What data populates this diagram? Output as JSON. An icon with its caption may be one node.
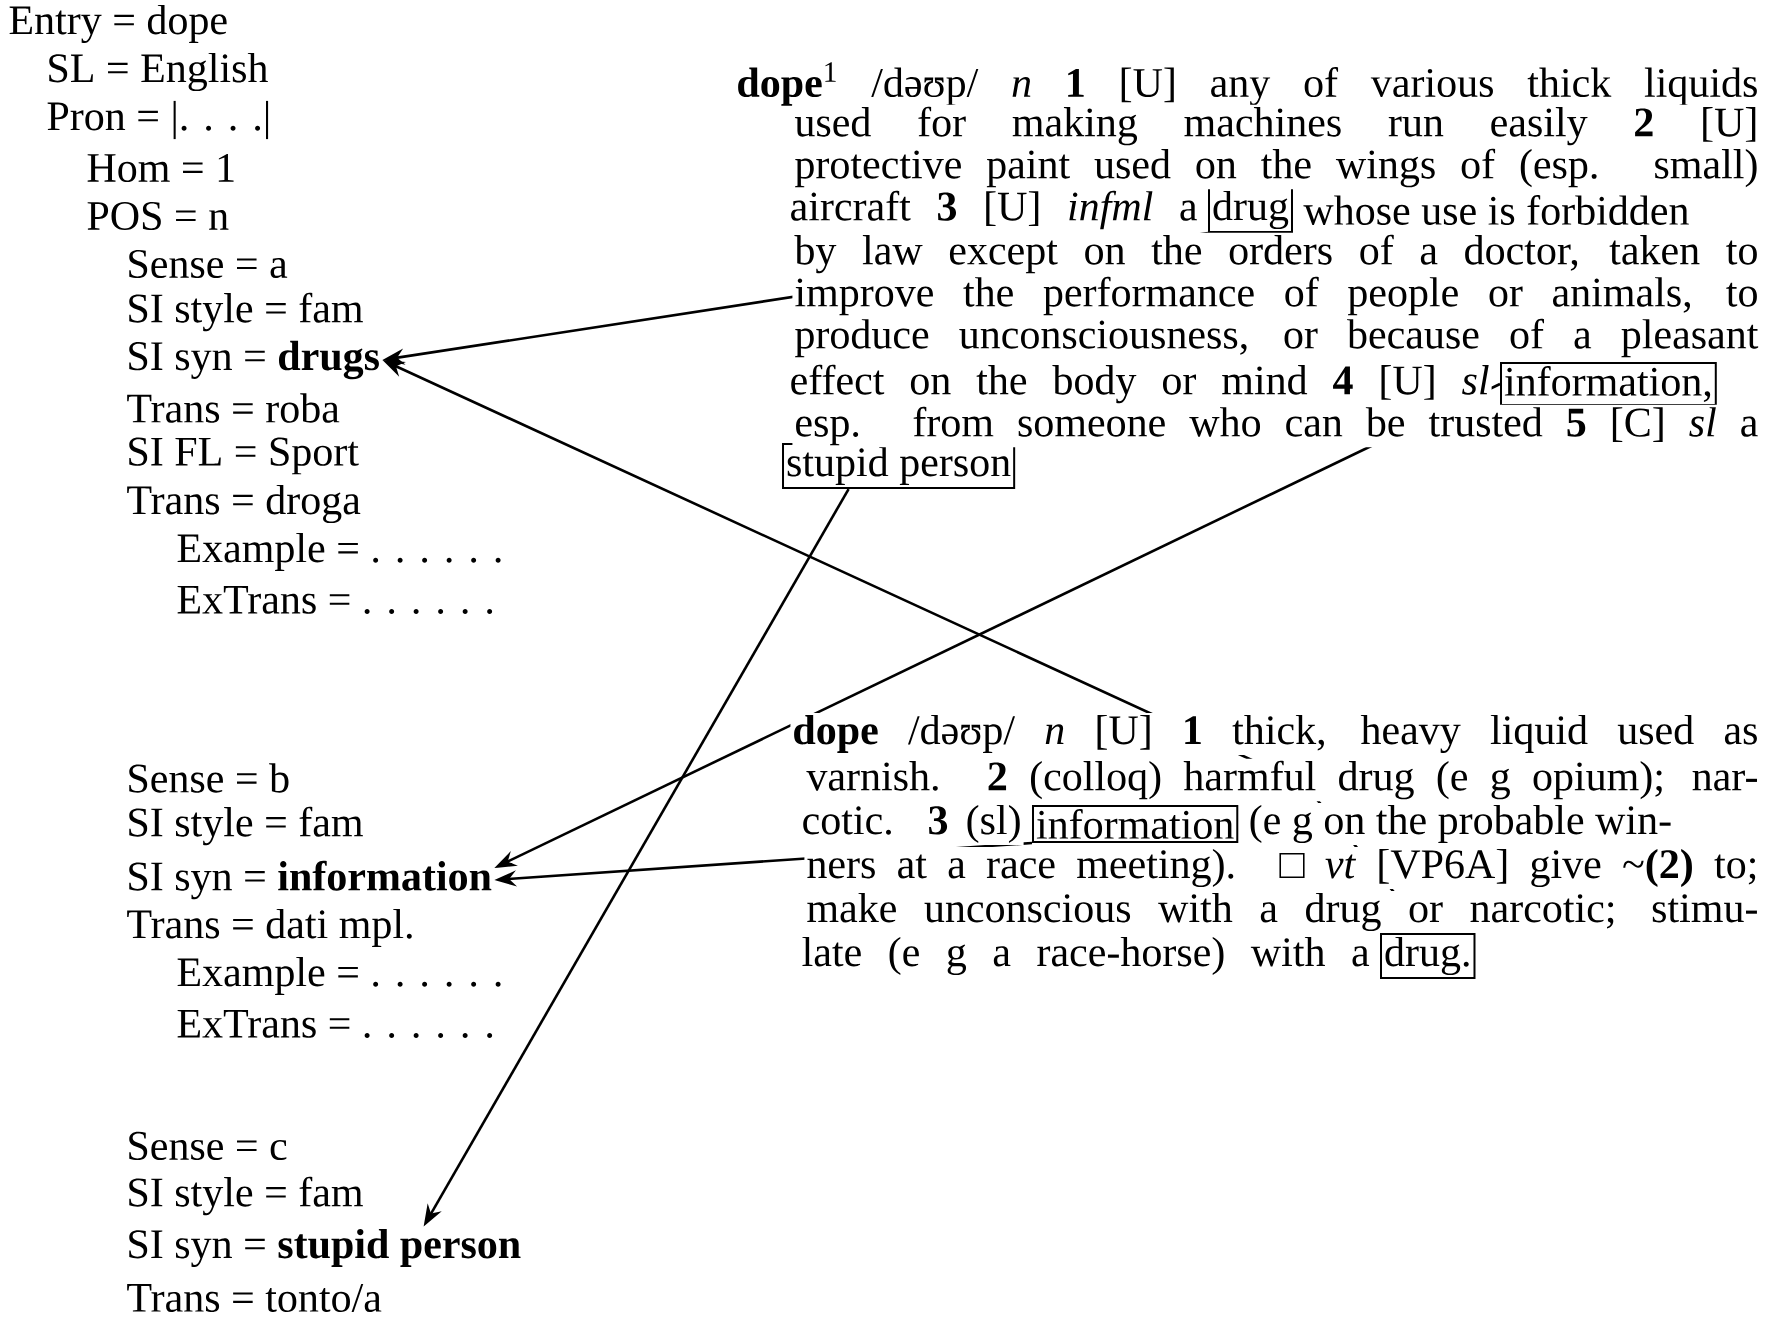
{
  "diagram": {
    "nodes": [
      {
        "text": [
          "SI syn = **drugs**"
        ]
      },
      {
        "text": [
          "SI syn = **information**"
        ]
      },
      {
        "text": [
          "SI syn = **stupid person**"
        ]
      },
      {
        "text": [
          "drug"
        ]
      },
      {
        "text": [
          "information,"
        ]
      },
      {
        "text": [
          "stupid person"
        ]
      },
      {
        "text": [
          "information"
        ]
      },
      {
        "text": [
          "drug."
        ]
      }
    ],
    "edges": [
      {
        "from": 3,
        "to": 0,
        "arrow": "to"
      },
      {
        "from": 7,
        "to": 0,
        "arrow": "to"
      },
      {
        "from": 4,
        "to": 1,
        "arrow": "to"
      },
      {
        "from": 6,
        "to": 1,
        "arrow": "to"
      },
      {
        "from": 5,
        "to": 2,
        "arrow": "to"
      }
    ],
    "labels": [
      "Entry = dope",
      "SL = English",
      "Pron = |. . . .|",
      "Hom = 1",
      "POS = n",
      "Sense = a",
      "SI style = fam",
      "Trans = roba",
      "SI FL = Sport",
      "Trans = droga",
      "Example = . . . . . .",
      "ExTrans = . . . . . .",
      "Sense = b",
      "SI style = fam",
      "Trans = dati mpl.",
      "Example = . . . . . .",
      "ExTrans = . . . . . .",
      "Sense = c",
      "SI style = fam",
      "Trans = tonto/a",
      "**dope**$^{1}$ /dəʊp/ *n* **1** [U] any of various thick liquids",
      "used for making machines run easily **2** [U]",
      "protective paint used on the wings of (esp. small)",
      "aircraft **3** [U] *infml* a",
      "whose use is forbidden",
      "by law except on the orders of a doctor, taken to",
      "improve the performance of people or animals, to",
      "produce unconsciousness, or because of a pleasant",
      "effect on the body or mind **4** [U] *sl*",
      "esp. from someone who can be trusted **5** [C] *sl* a",
      "**dope** /dəʊp/ *n* [U] **1** thick, heavy liquid used as",
      "varnish. **2** (colloq) harmful drug (e g opium); nar-",
      "cotic. **3** (sl)",
      "(e g on the probable win-",
      "ners at a race meeting). □ *vt* [VP6A] give ~**(2)** to;",
      "make unconscious with a drug or narcotic; stimu-",
      "late (e g a race-horse) with a"
    ]
  }
}
